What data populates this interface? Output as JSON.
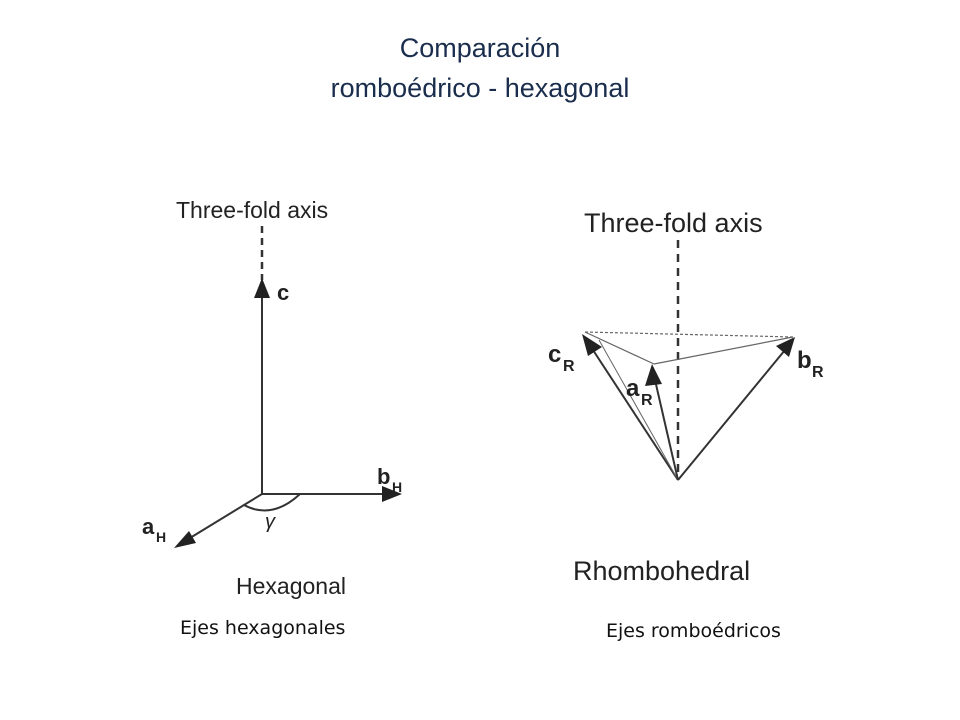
{
  "title": {
    "line1": "Comparación",
    "line2": "romboédrico - hexagonal"
  },
  "hexagonal": {
    "axis_label": "Three-fold axis",
    "c_label": "c",
    "b_label": "b",
    "b_sub": "H",
    "a_label": "a",
    "a_sub": "H",
    "angle_label": "γ",
    "name": "Hexagonal",
    "caption": "Ejes hexagonales"
  },
  "rhombohedral": {
    "axis_label": "Three-fold axis",
    "c_label": "c",
    "c_sub": "R",
    "a_label": "a",
    "a_sub": "R",
    "b_label": "b",
    "b_sub": "R",
    "name": "Rhombohedral",
    "caption": "Ejes romboédricos"
  },
  "colors": {
    "title": "#1a2d4d",
    "lines": "#333333"
  }
}
